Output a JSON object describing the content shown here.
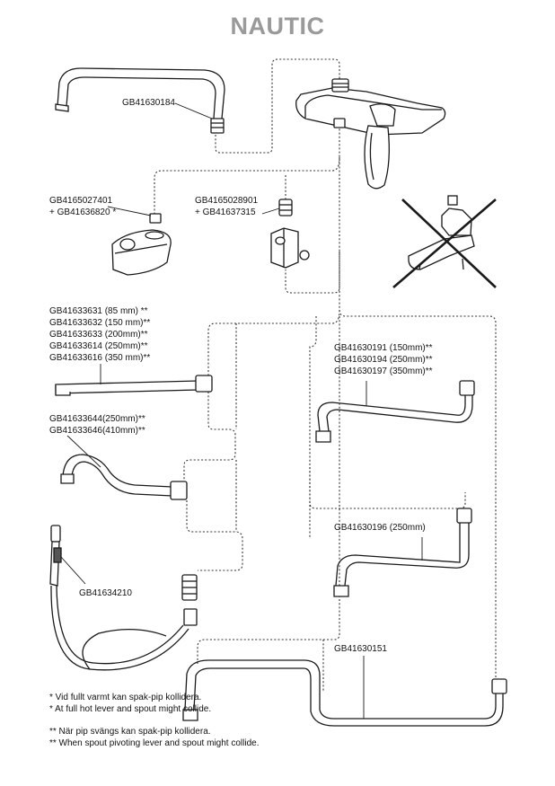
{
  "title": "NAUTIC",
  "labels": {
    "top_spout": [
      "GB41630184"
    ],
    "cartridge_left": [
      "GB4165027401",
      "+ GB41636820 *"
    ],
    "cartridge_right": [
      "GB4165028901",
      "+ GB41637315"
    ],
    "straight_spouts": [
      "GB41633631 (85 mm) **",
      "GB41633632 (150 mm)**",
      "GB41633633 (200mm)**",
      "GB41633614 (250mm)**",
      "GB41633616 (350 mm)**"
    ],
    "swan_spouts": [
      "GB41633644(250mm)**",
      "GB41633646(410mm)**"
    ],
    "hand_shower": [
      "GB41634210"
    ],
    "j_spouts": [
      "GB41630191 (150mm)**",
      "GB41630194 (250mm)**",
      "GB41630197 (350mm)**"
    ],
    "l_spout": [
      "GB41630196 (250mm)"
    ],
    "long_spout": [
      "GB41630151"
    ]
  },
  "notes": [
    "* Vid fullt varmt kan spak-pip kollidera.",
    "* At full hot lever and spout might collide.",
    "** När pip svängs kan spak-pip kollidera.",
    "** When spout pivoting lever and spout might collide."
  ],
  "colors": {
    "title": "#9a9a9a",
    "line": "#1a1a1a"
  }
}
